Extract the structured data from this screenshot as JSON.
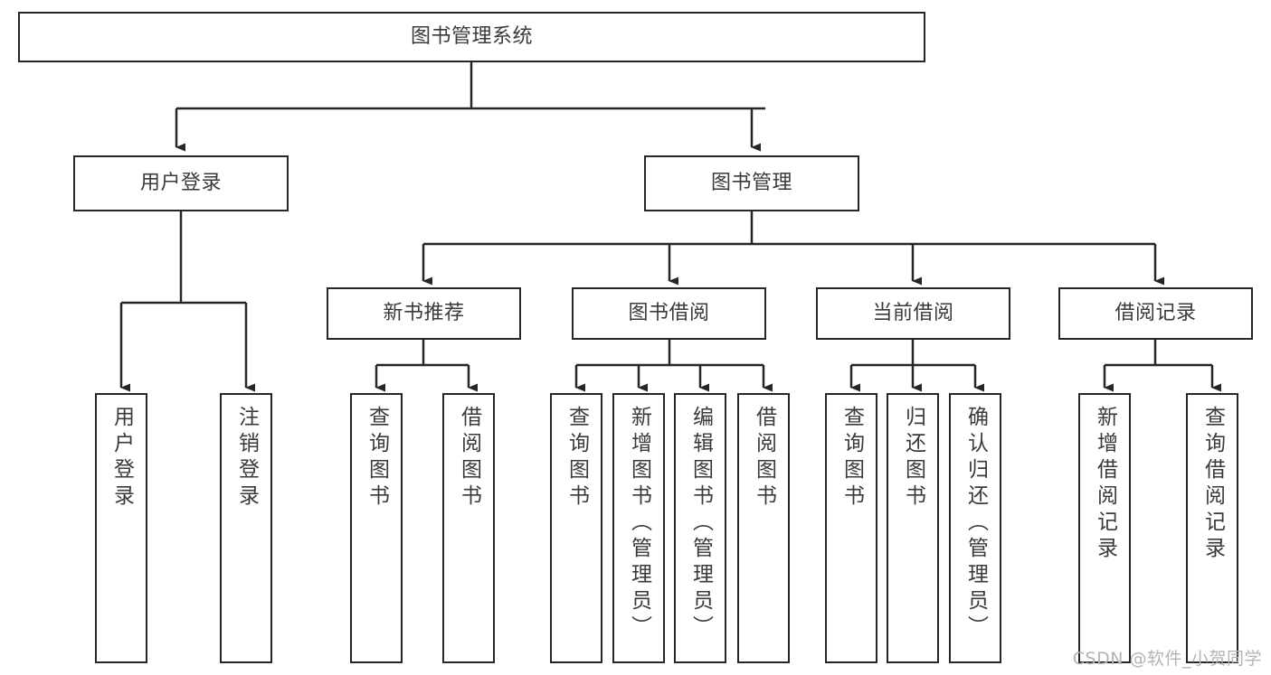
{
  "diagram": {
    "title": "图书管理系统",
    "watermark": "CSDN @软件_小贺同学",
    "colors": {
      "box_border": "#262626",
      "box_fill": "#ffffff",
      "connector": "#262626",
      "text": "#3a3a3a",
      "watermark": "#b4b4b4",
      "background": "#ffffff"
    },
    "nodes": {
      "root": {
        "label": "图书管理系统"
      },
      "level1": [
        {
          "label": "用户登录"
        },
        {
          "label": "图书管理"
        }
      ],
      "level2": [
        {
          "label": "新书推荐"
        },
        {
          "label": "图书借阅"
        },
        {
          "label": "当前借阅"
        },
        {
          "label": "借阅记录"
        }
      ],
      "leaves": {
        "user_login": [
          {
            "label": "用户登录"
          },
          {
            "label": "注销登录"
          }
        ],
        "new_book": [
          {
            "label": "查询图书"
          },
          {
            "label": "借阅图书"
          }
        ],
        "book_borrow": [
          {
            "label": "查询图书"
          },
          {
            "label": "新增图书（管理员）"
          },
          {
            "label": "编辑图书（管理员）"
          },
          {
            "label": "借阅图书"
          }
        ],
        "current_borrow": [
          {
            "label": "查询图书"
          },
          {
            "label": "归还图书"
          },
          {
            "label": "确认归还（管理员）"
          }
        ],
        "borrow_record": [
          {
            "label": "新增借阅记录"
          },
          {
            "label": "查询借阅记录"
          }
        ]
      }
    }
  }
}
